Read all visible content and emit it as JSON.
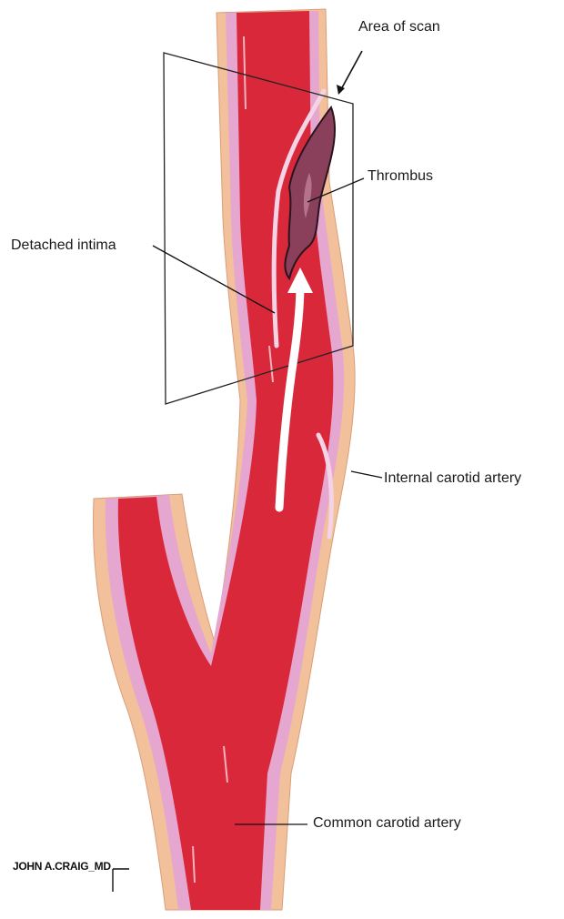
{
  "labels": {
    "area_of_scan": "Area of scan",
    "thrombus": "Thrombus",
    "detached_intima": "Detached intima",
    "internal_carotid": "Internal carotid artery",
    "common_carotid": "Common carotid artery"
  },
  "signature": "JOHN A.CRAIG_MD",
  "colors": {
    "blood": "#d9283a",
    "adventitia": "#f2c09a",
    "media": "#e5a7cf",
    "thrombus": "#8a3f5a",
    "flow_arrow": "#ffffff"
  }
}
